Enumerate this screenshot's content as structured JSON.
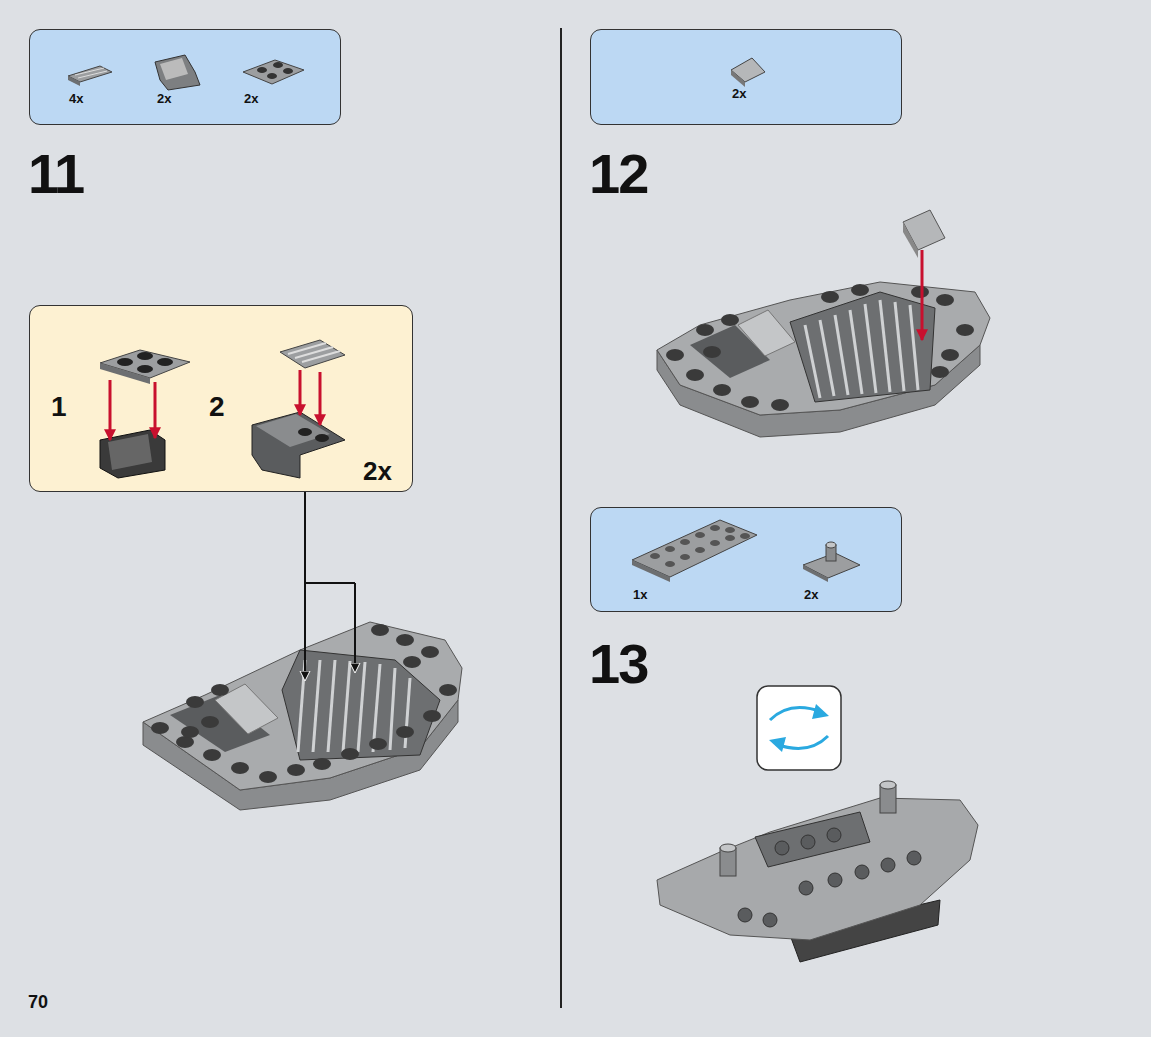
{
  "diagram": {
    "nodes": [
      {
        "text": [
          "4x",
          "2x",
          "2x"
        ]
      },
      {
        "text": [
          "1",
          "2",
          "2x"
        ]
      },
      {
        "text": [
          "2x"
        ]
      },
      {
        "text": [
          "1x",
          "2x"
        ]
      }
    ],
    "labels": [
      "11",
      "12",
      "13",
      "70"
    ]
  }
}
